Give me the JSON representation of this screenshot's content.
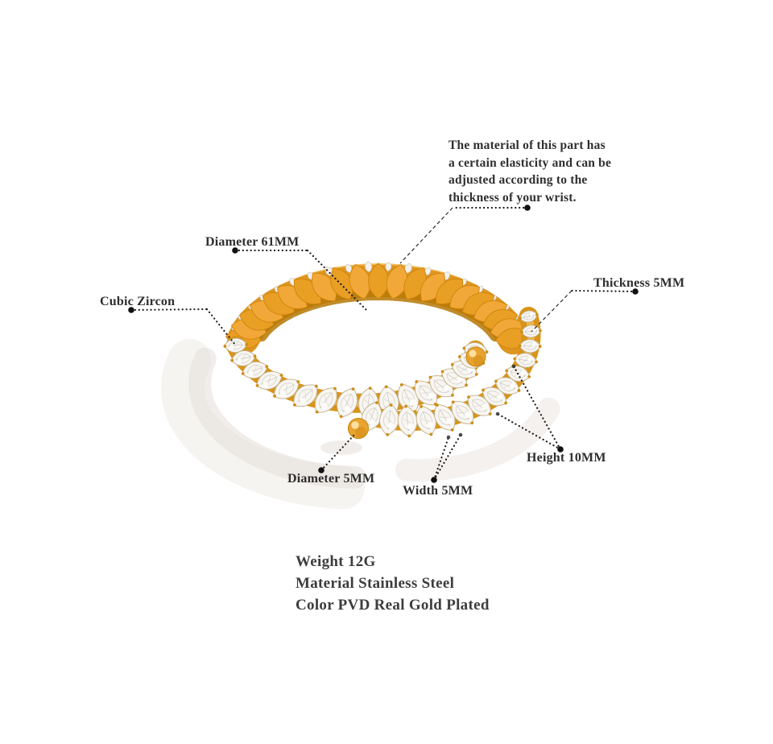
{
  "annotations": {
    "note_lines": [
      "The material of this part has",
      "a certain elasticity and can be",
      "adjusted according to the",
      "thickness of your wrist."
    ],
    "diameter_large": "Diameter 61MM",
    "cubic_zircon": "Cubic Zircon",
    "thickness": "Thickness 5MM",
    "diameter_small": "Diameter 5MM",
    "width": "Width 5MM",
    "height": "Height 10MM"
  },
  "specs": {
    "weight": "Weight 12G",
    "material": "Material Stainless Steel",
    "color": "Color PVD Real Gold Plated"
  },
  "artwork": {
    "background": "#ffffff",
    "gold": "#E9A42F",
    "gold_mid": "#DD9620",
    "gold_dark": "#C5820B",
    "gold_deep": "#B57806",
    "gold_light": "#F3B64A",
    "gold_pale": "#FFE3A6",
    "leaf_a": "#F1A838",
    "leaf_b": "#E99E24",
    "leaf_edge": "#D0840C",
    "stone": "#F8F6F2",
    "stone_edge": "#C2B088",
    "facet": "#D6D0C7",
    "facet_dark": "#BFB9B0",
    "prong": "#CE8A10",
    "shadow_light": "#EFEBE6",
    "shadow_mid": "#E4DFD8",
    "shadow_soft": "#ECE7E2",
    "ink": "#1c1c1c"
  }
}
